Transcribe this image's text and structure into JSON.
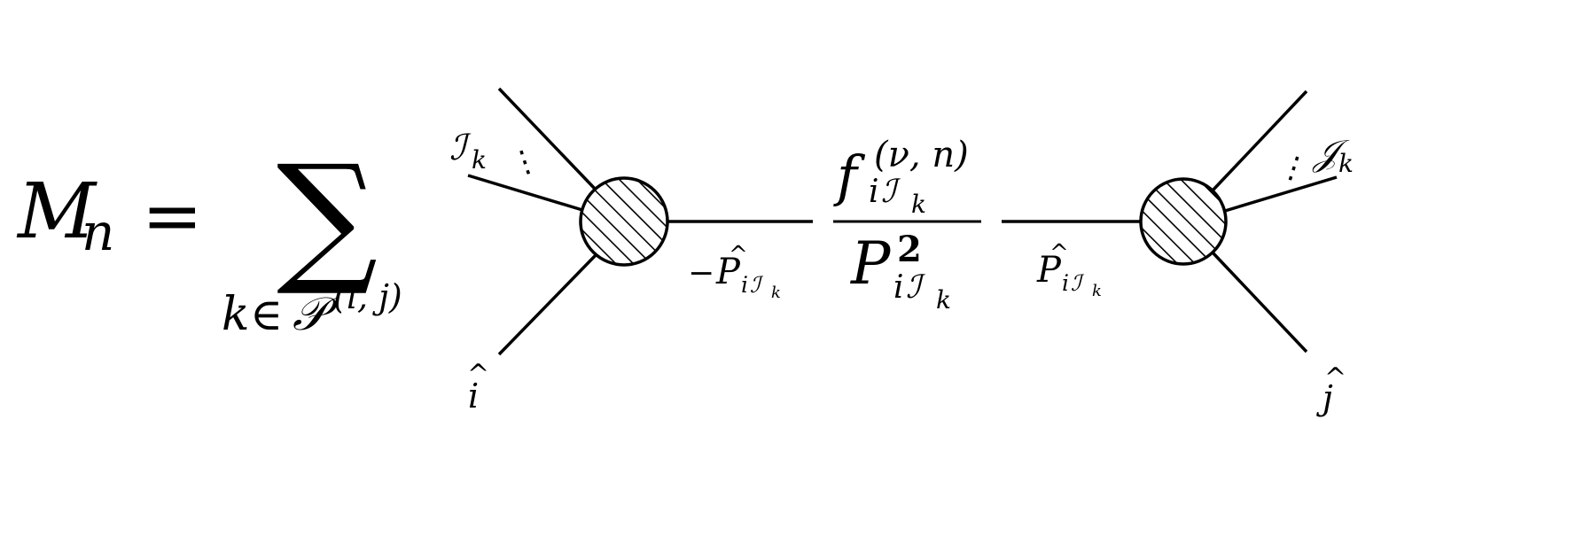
{
  "equation": {
    "lhs_symbol": "M",
    "lhs_subscript": "n",
    "equals_sign": "=",
    "sum_symbol": "∑",
    "sum_index_var": "k",
    "sum_in": "∈",
    "sum_set": "𝒫",
    "sum_set_superscript": "(i, j)"
  },
  "diagram": {
    "left_blob": {
      "leg_label_top": "ℐ",
      "leg_label_top_sub": "k",
      "dots": "⋮",
      "leg_label_bottom": "i",
      "leg_label_bottom_hat": "^"
    },
    "left_propagator_label": {
      "minus": "−",
      "symbol": "P",
      "hat": "^",
      "subscript_i": "i",
      "subscript_set": "ℐ",
      "subscript_k": "k"
    },
    "fraction": {
      "numerator_symbol": "f",
      "numerator_superscript": "(ν, n)",
      "numerator_subscript_i": "i",
      "numerator_subscript_set": "ℐ",
      "numerator_subscript_k": "k",
      "denominator_symbol": "P",
      "denominator_superscript": "2",
      "denominator_subscript_i": "i",
      "denominator_subscript_set": "ℐ",
      "denominator_subscript_k": "k"
    },
    "right_propagator_label": {
      "symbol": "P",
      "hat": "^",
      "subscript_i": "i",
      "subscript_set": "ℐ",
      "subscript_k": "k"
    },
    "right_blob": {
      "leg_label_top": "𝒥",
      "leg_label_top_sub": "k",
      "dots": "⋮",
      "leg_label_bottom": "j",
      "leg_label_bottom_hat": "^"
    }
  },
  "colors": {
    "ink": "#000000",
    "background": "#ffffff"
  }
}
